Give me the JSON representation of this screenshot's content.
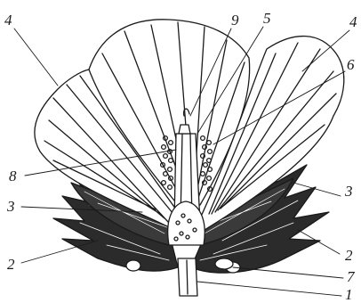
{
  "labels": {
    "petal_left": "4",
    "petal_right": "4",
    "stigma": "9",
    "style": "5",
    "anthers": "6",
    "ovule": "8",
    "sepal_left": "3",
    "sepal_right": "3",
    "bract_left": "2",
    "bract_right": "2",
    "nectary": "7",
    "peduncle": "1"
  },
  "colors": {
    "ink": "#1a1a1a",
    "paper": "#ffffff",
    "dark_fill": "#2b2b2b"
  }
}
